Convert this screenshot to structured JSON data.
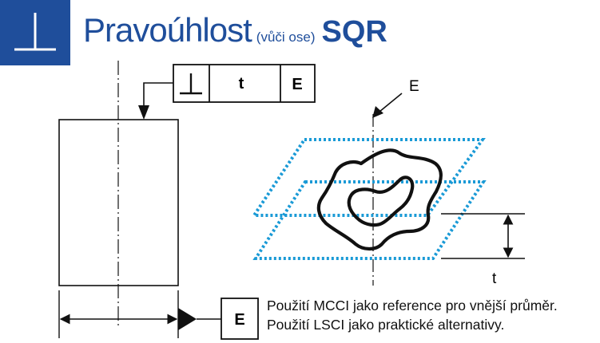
{
  "header": {
    "title": "Pravoúhlost",
    "subtitle": "(vůči ose)",
    "code": "SQR",
    "icon": "perpendicularity-icon",
    "brand_color": "#1f4e9b"
  },
  "fcf": {
    "symbol_icon": "perpendicularity-icon",
    "tolerance": "t",
    "datum": "E"
  },
  "datum_box": {
    "label": "E"
  },
  "zone": {
    "axis_label": "E",
    "width_label": "t",
    "zone_color": "#1a9ad6"
  },
  "notes": [
    "Použití MCCI jako reference pro vnější průměr.",
    "Použití LSCI jako praktické alternativy."
  ]
}
